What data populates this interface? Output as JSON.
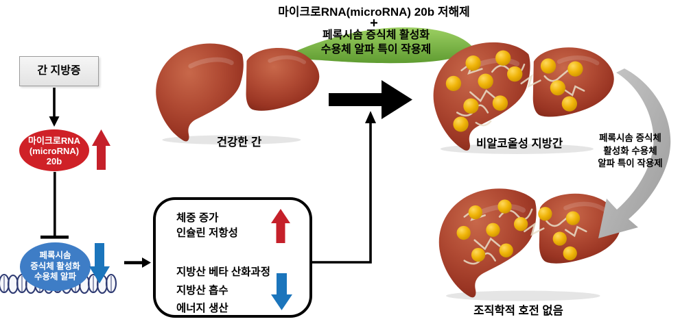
{
  "header": {
    "inhibitor_line": "마이크로RNA(microRNA) 20b 저해제",
    "plus": "+",
    "green_arrow_label_line1": "페록시솜 증식체 활성화",
    "green_arrow_label_line2": "수용체 알파 특이 작용제"
  },
  "left_flow": {
    "steatosis_box_label": "간 지방증",
    "mirna_oval": {
      "line1": "마이크로RNA",
      "line2": "(microRNA)",
      "line3": "20b"
    },
    "ppar_oval": {
      "line1": "페록시솜",
      "line2": "증식체 활성화",
      "line3": "수용체 알파"
    }
  },
  "effects_box": {
    "up_group": [
      "체중 증가",
      "인슐린 저항성"
    ],
    "down_group": [
      "지방산 베타 산화과정",
      "지방산 흡수",
      "에너지 생산"
    ]
  },
  "livers": {
    "healthy_label": "건강한 간",
    "fatty_label": "비알코올성 지방간",
    "no_improvement_label": "조직학적 호전 없음"
  },
  "right_arrow_label": {
    "line1": "페록시솜 증식체",
    "line2": "활성화 수용체",
    "line3": "알파 특이 작용제"
  },
  "colors": {
    "black": "#000000",
    "red_oval": "#cf2127",
    "red_arrow": "#c5202a",
    "blue_oval": "#3e7dc6",
    "blue_arrow": "#1b75bc",
    "green_arrow": "#6fae3e",
    "gray_arrow": "#b5b5b5",
    "liver_base": "#a84a35",
    "fat_dot": "#f0b50a",
    "dna_strand": "#2e3a72"
  },
  "icons": {
    "up_arrow": "block-up-arrow",
    "down_arrow": "block-down-arrow",
    "inhibition": "t-bar-inhibition",
    "flow_arrow": "right-arrow",
    "dna": "dna-helix"
  }
}
